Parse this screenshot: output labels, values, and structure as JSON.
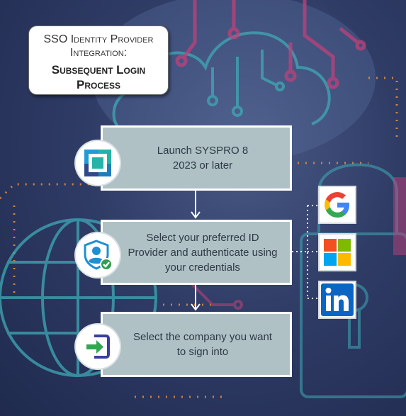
{
  "title": {
    "line1": "SSO Identity Provider Integration:",
    "line2": "Subsequent Login Process"
  },
  "steps": [
    {
      "text": "Launch SYSPRO 8 2023 or later",
      "icon": "syspro-logo-icon"
    },
    {
      "text": "Select your preferred ID Provider and authenticate using your credentials",
      "icon": "user-shield-check-icon"
    },
    {
      "text": "Select the company you want to sign into",
      "icon": "sign-in-arrow-icon"
    }
  ],
  "identity_providers": [
    {
      "name": "google",
      "icon": "google-logo-icon"
    },
    {
      "name": "microsoft",
      "icon": "microsoft-logo-icon"
    },
    {
      "name": "linkedin",
      "icon": "linkedin-logo-icon"
    }
  ],
  "colors": {
    "step_fill": "#afc1c5",
    "background": "#2f3c66",
    "accent_teal": "#3fa9b5",
    "accent_pink": "#c0417a",
    "google_red": "#ea4335",
    "google_blue": "#4285f4",
    "google_yellow": "#fbbc05",
    "google_green": "#34a853",
    "linkedin_blue": "#0a66c2"
  }
}
